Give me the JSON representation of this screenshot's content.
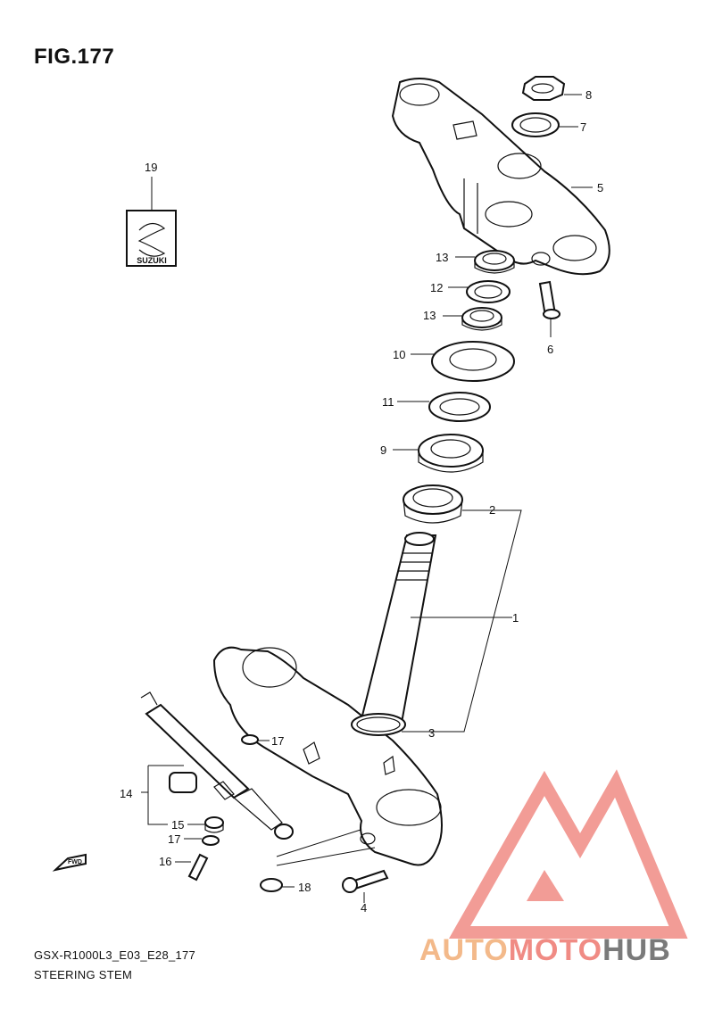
{
  "figure": {
    "title": "FIG.177"
  },
  "parts": [
    {
      "ref": "1"
    },
    {
      "ref": "2"
    },
    {
      "ref": "3"
    },
    {
      "ref": "4"
    },
    {
      "ref": "5"
    },
    {
      "ref": "6"
    },
    {
      "ref": "7"
    },
    {
      "ref": "8"
    },
    {
      "ref": "9"
    },
    {
      "ref": "10"
    },
    {
      "ref": "11"
    },
    {
      "ref": "12"
    },
    {
      "ref": "13"
    },
    {
      "ref": "13"
    },
    {
      "ref": "14"
    },
    {
      "ref": "15"
    },
    {
      "ref": "16"
    },
    {
      "ref": "17"
    },
    {
      "ref": "17"
    },
    {
      "ref": "18"
    },
    {
      "ref": "19"
    }
  ],
  "emblem": {
    "text": "SUZUKI"
  },
  "direction_arrow": {
    "text": "FWD"
  },
  "footer": {
    "code": "GSX-R1000L3_E03_E28_177",
    "caption": "STEERING STEM"
  },
  "watermark": {
    "part1": "AUTO",
    "part2": "MOTO",
    "part3": "HUB"
  },
  "colors": {
    "watermark_red": "#f08b84",
    "watermark_orange": "#f3b98a",
    "watermark_gray": "#7a7a7a",
    "line": "#111111"
  }
}
